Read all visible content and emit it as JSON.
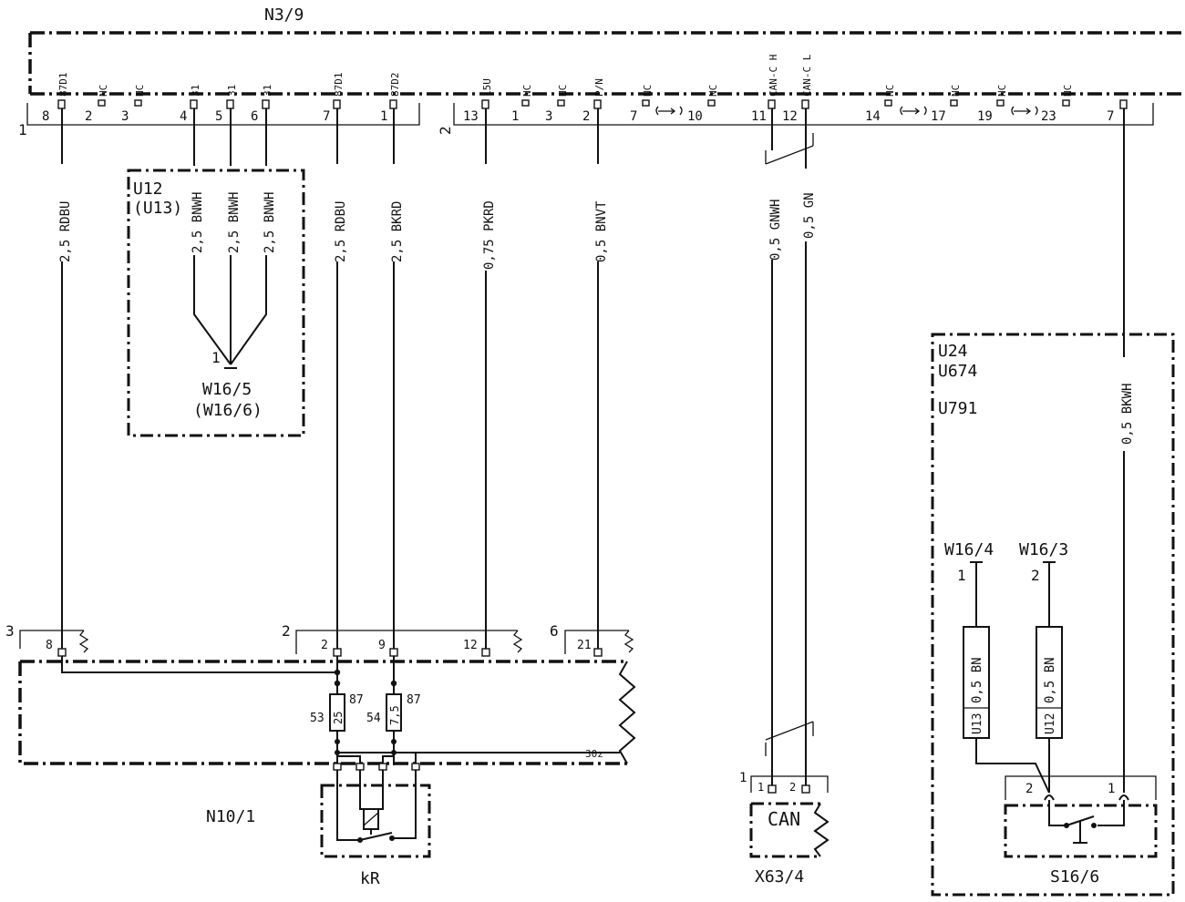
{
  "modules": {
    "n3_9": "N3/9",
    "n10_1": "N10/1",
    "kr": "kR",
    "x63_4": "X63/4",
    "can": "CAN",
    "s16_6": "S16/6",
    "u12": "U12",
    "u13": "(U13)",
    "w16_5": "W16/5",
    "w16_6": "(W16/6)",
    "u24": "U24",
    "u674": "U674",
    "u791": "U791",
    "w16_4": "W16/4",
    "w16_3": "W16/3"
  },
  "connector_numbers": {
    "c1": "1",
    "c2": "2",
    "c3": "3",
    "c2b": "2",
    "c6": "6",
    "x63_1": "1",
    "w16_5_pin": "1",
    "w16_4_pin": "1",
    "w16_3_pin": "2"
  },
  "top_pins": [
    {
      "name": "87D1",
      "num": "8"
    },
    {
      "name": "NC",
      "num": "2"
    },
    {
      "name": "NC",
      "num": "3"
    },
    {
      "name": "31",
      "num": "4"
    },
    {
      "name": "31",
      "num": "5"
    },
    {
      "name": "31",
      "num": "6"
    },
    {
      "name": "87D1",
      "num": "7"
    },
    {
      "name": "87D2",
      "num": "1"
    },
    {
      "name": "15U",
      "num": "13"
    },
    {
      "name": "NC",
      "num": "1"
    },
    {
      "name": "NC",
      "num": "3"
    },
    {
      "name": "P/N",
      "num": "2"
    },
    {
      "name": "NC",
      "num": "7"
    },
    {
      "name": "NC",
      "num": "10"
    },
    {
      "name": "CAN-C H",
      "num": "11"
    },
    {
      "name": "CAN-C L",
      "num": "12"
    },
    {
      "name": "NC",
      "num": "14"
    },
    {
      "name": "NC",
      "num": "17"
    },
    {
      "name": "NC",
      "num": "19"
    },
    {
      "name": "NC",
      "num": "23"
    },
    {
      "name": "",
      "num": "7"
    }
  ],
  "wires": [
    "2,5 RDBU",
    "2,5 BNWH",
    "2,5 BNWH",
    "2,5 BNWH",
    "2,5 RDBU",
    "2,5 BKRD",
    "0,75 PKRD",
    "0,5 BNVT",
    "0,5 GNWH",
    "0,5 GN",
    "0,5 BKWH",
    "0,5 BN",
    "0,5 BN"
  ],
  "wire_variants": [
    "U13",
    "U12"
  ],
  "n10_pins": [
    "8",
    "2",
    "9",
    "12",
    "21"
  ],
  "fuses": [
    {
      "id": "53",
      "rating": "25",
      "term": "87"
    },
    {
      "id": "54",
      "rating": "7,5",
      "term": "87"
    }
  ],
  "terminal_30z": "30z",
  "x63_pins": [
    "1",
    "2"
  ],
  "s16_pins": [
    "2",
    "1"
  ]
}
